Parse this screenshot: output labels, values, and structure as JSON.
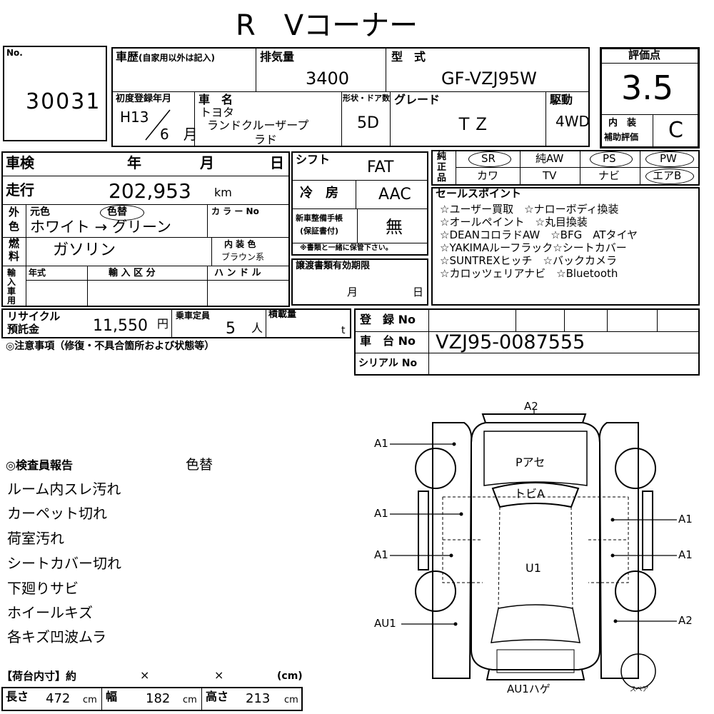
{
  "title": "R　Vコーナー",
  "lot": {
    "label": "No.",
    "number": "30031"
  },
  "history": {
    "label": "車歴",
    "note": "(自家用以外は記入)"
  },
  "displacement": {
    "label": "排気量",
    "value": "3400"
  },
  "model_type": {
    "label": "型　式",
    "value": "GF-VZJ95W"
  },
  "first_reg": {
    "label": "初度登録年月",
    "year": "H13",
    "month": "6",
    "month_unit": "月"
  },
  "car_name": {
    "label": "車　名",
    "maker": "トヨタ",
    "model_line1": "ランドクルーザープ",
    "model_line2": "ラド"
  },
  "body_doors": {
    "label": "形状・ドア数",
    "value": "5D"
  },
  "grade": {
    "label": "グレード",
    "value": "ＴＺ"
  },
  "drive": {
    "label": "駆動",
    "value": "4WD"
  },
  "rating": {
    "label": "評価点",
    "value": "3.5",
    "interior_label1": "内　装",
    "interior_label2": "補助評価",
    "interior_value": "C"
  },
  "inspection": {
    "label": "車検",
    "year": "年",
    "month": "月",
    "day": "日"
  },
  "shift": {
    "label": "シフト",
    "value": "FAT"
  },
  "mileage": {
    "label": "走行",
    "value": "202,953",
    "unit": "km"
  },
  "aircon": {
    "label": "冷　房",
    "value": "AAC"
  },
  "color": {
    "side1": "外",
    "side2": "色",
    "orig_label": "元色",
    "repaint_label": "色替",
    "value": "ホワイト → グリーン",
    "code_label": "カ ラ ー No"
  },
  "service_book": {
    "label1": "新車整備手帳",
    "label2": "(保証書付)",
    "value": "無",
    "note": "※書類と一緒に保管下さい。"
  },
  "fuel": {
    "side1": "燃",
    "side2": "料",
    "value": "ガソリン",
    "int_color_label": "内 装 色",
    "int_color_value": "ブラウン系"
  },
  "import": {
    "side": "輸入車用",
    "year_label": "年式",
    "class_label": "輸 入 区 分",
    "handle_label": "ハ ン ド ル"
  },
  "transfer": {
    "label": "譲渡書類有効期限",
    "month": "月",
    "day": "日"
  },
  "recycle": {
    "label1": "リサイクル",
    "label2": "預託金",
    "value": "11,550",
    "unit": "円"
  },
  "capacity": {
    "label": "乗車定員",
    "value": "5",
    "unit": "人"
  },
  "load": {
    "label": "積載量",
    "unit": "t"
  },
  "registration": {
    "label": "登　録 No"
  },
  "chassis": {
    "label": "車　台 No",
    "value": "VZJ95-0087555"
  },
  "serial": {
    "label": "シリアル No"
  },
  "notes_label": "◎注意事項（修復・不具合箇所および状態等）",
  "equipment": {
    "side": "純正品",
    "row1": [
      "SR",
      "純AW",
      "PS",
      "PW"
    ],
    "row2": [
      "カワ",
      "TV",
      "ナビ",
      "エアB"
    ],
    "circled": [
      "SR",
      "PS",
      "PW",
      "エアB"
    ]
  },
  "sales_points": {
    "label": "セールスポイント",
    "lines": [
      "☆ユーザー買取　☆ナローボディ換装",
      "☆オールペイント　☆丸目換装",
      "☆DEANコロラドAW　☆BFG　ATタイヤ",
      "☆YAKIMAルーフラック☆シートカバー",
      "☆SUNTREXヒッチ　☆バックカメラ",
      "☆カロッツェリアナビ　☆Bluetooth"
    ]
  },
  "inspector": {
    "label": "◎検査員報告",
    "note": "色替",
    "items": [
      "ルーム内スレ汚れ",
      "カーペット切れ",
      "荷室汚れ",
      "シートカバー切れ",
      "下廻りサビ",
      "ホイールキズ",
      "各キズ凹波ムラ"
    ]
  },
  "cargo": {
    "title": "【荷台内寸】約",
    "x1": "×",
    "x2": "×",
    "unit": "(cm)",
    "length_label": "長さ",
    "length": "472",
    "width_label": "幅",
    "width": "182",
    "height_label": "高さ",
    "height": "213",
    "cm": "cm"
  },
  "diagram": {
    "top": "A2",
    "left_front": "A1",
    "left_mid1": "A1",
    "left_mid2": "A1",
    "left_rear": "AU1",
    "right_mid1": "A1",
    "right_mid2": "A1",
    "right_rear": "A2",
    "hood": "Pアセ",
    "windshield": "トビA",
    "roof": "U1",
    "bottom": "AU1ハゲ",
    "spare": "スペア"
  }
}
